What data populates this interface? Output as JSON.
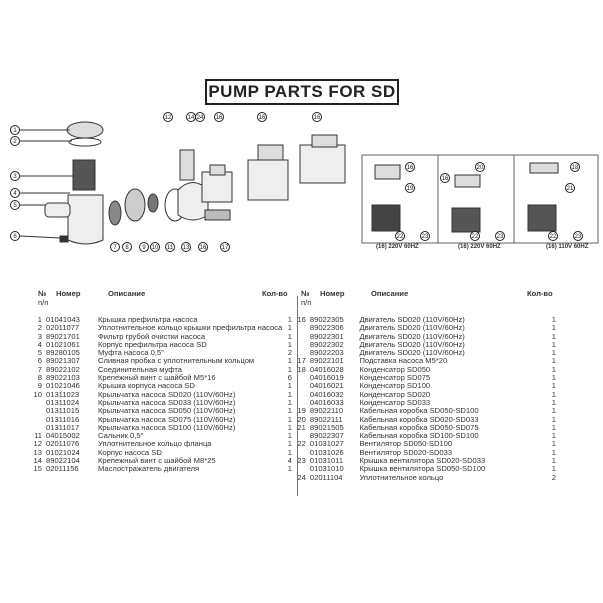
{
  "title": "PUMP PARTS FOR SD",
  "diagram": {
    "callouts": [
      "1",
      "2",
      "3",
      "4",
      "5",
      "6",
      "7",
      "8",
      "9",
      "10",
      "11",
      "12",
      "13",
      "14",
      "24",
      "16",
      "16",
      "16",
      "16",
      "17"
    ],
    "variants": [
      {
        "callouts": [
          "16",
          "19",
          "22",
          "23"
        ],
        "caption_ref": "16",
        "caption": "220V 60HZ"
      },
      {
        "callouts": [
          "20",
          "16",
          "22",
          "23"
        ],
        "caption_ref": "16",
        "caption": "220V 60HZ"
      },
      {
        "callouts": [
          "18",
          "21",
          "22",
          "23"
        ],
        "caption_ref": "16",
        "caption": "110V 60HZ"
      }
    ]
  },
  "headers": {
    "num": "№",
    "num2": "п/п",
    "code": "Номер",
    "desc": "Описание",
    "qty": "Кол-во"
  },
  "left_rows": [
    {
      "n": "1",
      "code": "01041043",
      "desc": "Крышка префильтра насоса",
      "qty": "1"
    },
    {
      "n": "2",
      "code": "02011077",
      "desc": "Уплотнительное кольцо крышки префильтра насоса",
      "qty": "1"
    },
    {
      "n": "3",
      "code": "89021701",
      "desc": "Фильтр грубой очистки насоса",
      "qty": "1"
    },
    {
      "n": "4",
      "code": "01021061",
      "desc": "Корпус префильтра насоса SD",
      "qty": "1"
    },
    {
      "n": "5",
      "code": "89280105",
      "desc": "Муфта насоса 0,5\"",
      "qty": "2"
    },
    {
      "n": "6",
      "code": "89021307",
      "desc": "Сливная пробка с уплотнительным кольцом",
      "qty": "1"
    },
    {
      "n": "7",
      "code": "89022102",
      "desc": "Соединительная муфта",
      "qty": "1"
    },
    {
      "n": "8",
      "code": "89022103",
      "desc": "Крепежный винт с шайбой M5*16",
      "qty": "6"
    },
    {
      "n": "9",
      "code": "01021046",
      "desc": "Крышка корпуса насоса SD",
      "qty": "1"
    },
    {
      "n": "10",
      "code": "01311023",
      "desc": "Крыльчатка насоса SD020 (110V/60Hz)",
      "qty": "1"
    },
    {
      "n": "",
      "code": "01311024",
      "desc": "Крыльчатка насоса SD033 (110V/60Hz)",
      "qty": "1"
    },
    {
      "n": "",
      "code": "01311015",
      "desc": "Крыльчатка насоса SD050 (110V/60Hz)",
      "qty": "1"
    },
    {
      "n": "",
      "code": "01311016",
      "desc": "Крыльчатка насоса SD075 (110V/60Hz)",
      "qty": "1"
    },
    {
      "n": "",
      "code": "01311017",
      "desc": "Крыльчатка насоса SD100 (110V/60Hz)",
      "qty": "1"
    },
    {
      "n": "11",
      "code": "04015002",
      "desc": "Сальник 0,5\"",
      "qty": "1"
    },
    {
      "n": "12",
      "code": "02011076",
      "desc": "Уплотнительное кольцо фланца",
      "qty": "1"
    },
    {
      "n": "13",
      "code": "01021024",
      "desc": "Корпус насоса SD",
      "qty": "1"
    },
    {
      "n": "14",
      "code": "89022104",
      "desc": "Крепежный винт с шайбой M8*25",
      "qty": "4"
    },
    {
      "n": "15",
      "code": "02011156",
      "desc": "Маслостражатель двигателя",
      "qty": "1"
    }
  ],
  "right_rows": [
    {
      "n": "16",
      "code": "89022305",
      "desc": "Двигатель SD020 (110V/60Hz)",
      "qty": "1"
    },
    {
      "n": "",
      "code": "89022306",
      "desc": "Двигатель SD020 (110V/60Hz)",
      "qty": "1"
    },
    {
      "n": "",
      "code": "89022301",
      "desc": "Двигатель SD020 (110V/60Hz)",
      "qty": "1"
    },
    {
      "n": "",
      "code": "89022302",
      "desc": "Двигатель SD020 (110V/60Hz)",
      "qty": "1"
    },
    {
      "n": "",
      "code": "89022203",
      "desc": "Двигатель SD020 (110V/60Hz)",
      "qty": "1"
    },
    {
      "n": "17",
      "code": "89022101",
      "desc": "Подставка насоса M5*20",
      "qty": "1"
    },
    {
      "n": "18",
      "code": "04016028",
      "desc": "Конденсатор SD050",
      "qty": "1"
    },
    {
      "n": "",
      "code": "04016019",
      "desc": "Конденсатор SD075",
      "qty": "1"
    },
    {
      "n": "",
      "code": "04016021",
      "desc": "Конденсатор SD100",
      "qty": "1"
    },
    {
      "n": "",
      "code": "04016032",
      "desc": "Конденсатор SD020",
      "qty": "1"
    },
    {
      "n": "",
      "code": "04016033",
      "desc": "Конденсатор SD033",
      "qty": "1"
    },
    {
      "n": "19",
      "code": "89022110",
      "desc": "Кабельная коробка SD050-SD100",
      "qty": "1"
    },
    {
      "n": "20",
      "code": "89022111",
      "desc": "Кабельная коробка SD020-SD033",
      "qty": "1"
    },
    {
      "n": "21",
      "code": "89021505",
      "desc": "Кабельная коробка SD050-SD075",
      "qty": "1"
    },
    {
      "n": "",
      "code": "89022307",
      "desc": "Кабельная коробка SD100-SD100",
      "qty": "1"
    },
    {
      "n": "22",
      "code": "01031027",
      "desc": "Вентилятор SD050-SD100",
      "qty": "1"
    },
    {
      "n": "",
      "code": "01031026",
      "desc": "Вентилятор SD020-SD033",
      "qty": "1"
    },
    {
      "n": "23",
      "code": "01031011",
      "desc": "Крышка вентилятора SD020-SD033",
      "qty": "1"
    },
    {
      "n": "",
      "code": "01031010",
      "desc": "Крышка вентилятора SD050-SD100",
      "qty": "1"
    },
    {
      "n": "24",
      "code": "02011104",
      "desc": "Уплотнительное кольцо",
      "qty": "2"
    }
  ]
}
